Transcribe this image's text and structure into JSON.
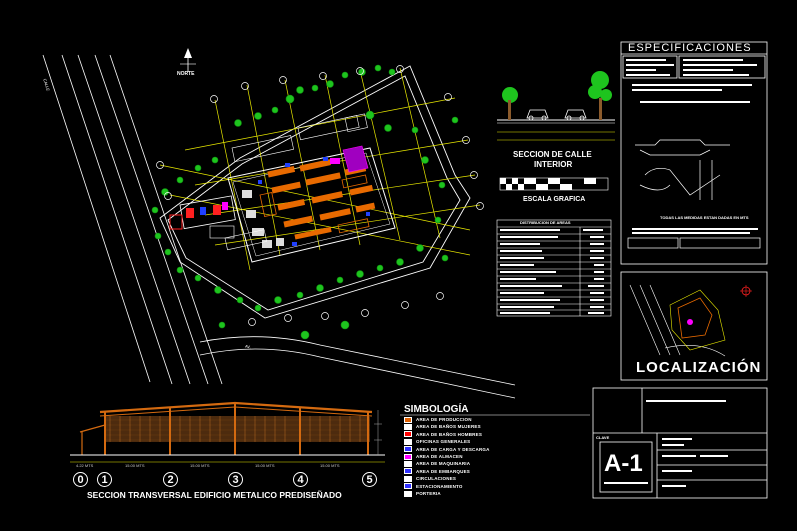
{
  "north_label": "NORTE",
  "spec": {
    "title": "ESPECIFICACIONES",
    "notes_heading": "TODAS LAS MEDIDAS ESTAN DADAS EN MTS"
  },
  "street_section": {
    "title_line1": "SECCION DE CALLE",
    "title_line2": "INTERIOR",
    "scale_label": "ESCALA GRAFICA"
  },
  "area_table": {
    "title": "DISTRIBUCION DE AREAS",
    "rows": [
      "",
      "",
      "",
      "",
      "",
      "",
      "",
      "",
      "",
      "",
      "",
      ""
    ]
  },
  "location": {
    "title": "LOCALIZACIÓN"
  },
  "roads": {
    "left_road": "CALLE",
    "bottom_road": "AV."
  },
  "section": {
    "title": "SECCION TRANSVERSAL EDIFICIO METALICO PREDISEÑADO",
    "axes": [
      "0",
      "1",
      "2",
      "3",
      "4",
      "5"
    ],
    "dims": [
      "4.22 MTS",
      "15.00 MTS",
      "15.00 MTS",
      "15.00 MTS",
      "15.00 MTS"
    ]
  },
  "symbology": {
    "title": "SIMBOLOGÍA",
    "items": [
      {
        "label": "AREA DE PRODUCCION",
        "color": "#e06000"
      },
      {
        "label": "AREA DE BAÑOS MUJERES",
        "color": "#ffffff"
      },
      {
        "label": "AREA DE BAÑOS HOMBRES",
        "color": "#ff0000"
      },
      {
        "label": "OFICINAS GENERALES",
        "color": "#ffffff"
      },
      {
        "label": "AREA DE CARGA Y DESCARGA",
        "color": "#3030ff"
      },
      {
        "label": "AREA DE ALMACEN",
        "color": "#ff00ff"
      },
      {
        "label": "AREA DE MAQUINARIA",
        "color": "#ffffff"
      },
      {
        "label": "AREA DE EMBARQUES",
        "color": "#3030ff"
      },
      {
        "label": "CIRCULACIONES",
        "color": "#ffffff"
      },
      {
        "label": "ESTACIONAMIENTO",
        "color": "#3030ff"
      },
      {
        "label": "PORTERIA",
        "color": "#ffffff"
      }
    ]
  },
  "title_block": {
    "sheet_label": "CLAVE",
    "sheet_number": "A-1"
  },
  "colors": {
    "background": "#000000",
    "lines": "#ffffff",
    "dim_yellow": "#e8e800",
    "production_orange": "#e86a00",
    "tree_green": "#22cc22",
    "purple": "#a000c0",
    "magenta": "#ff00ff",
    "red": "#ff2020",
    "blue": "#2040ff",
    "roof_orange": "#d46a10"
  }
}
